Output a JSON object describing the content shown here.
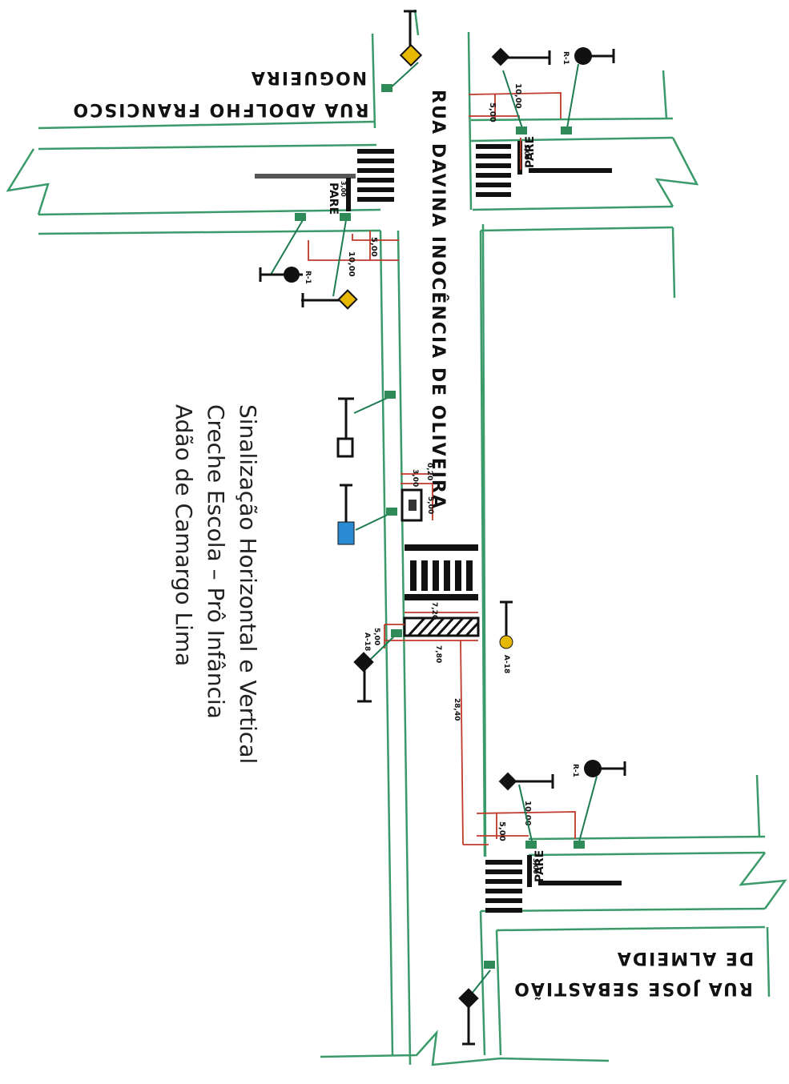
{
  "streets": {
    "main": "RUA DAVINA INOCÊNCIA DE OLIVEIRA",
    "top_line1": "RUA ADOLFHO FRANCISCO",
    "top_line2": "NOGUEIRA",
    "bottom_line1": "RUA JOSE SEBASTIÃO",
    "bottom_line2": "DE ALMEIDA"
  },
  "title": {
    "line1": "Sinalização Horizontal e Vertical",
    "line2": "Creche Escola – Prô Infância",
    "line3": "Adão de Camargo Lima"
  },
  "pavement_markings": {
    "stop_word": "PARE"
  },
  "sign_codes": {
    "stop_top_left": "R-1",
    "stop_top_right": "R-1",
    "stop_bottom_right": "R-1",
    "school_left": "A-18",
    "school_right": "A-18"
  },
  "dimensions": {
    "top_left_5": "5,00",
    "top_left_10": "10,00",
    "top_left_pare": "3,00",
    "top_right_5": "5,00",
    "top_right_10": "10,00",
    "top_right_pare": "3,00",
    "bottom_right_5": "5,00",
    "bottom_right_10": "10,00",
    "bottom_right_pare": "3,00",
    "parking_a": "0,20",
    "parking_b": "3,00",
    "parking_c": "5,00",
    "crossing_a": "7,20",
    "crossing_b": "7,80",
    "crossing_c": "5,00",
    "long": "28,40"
  },
  "colors": {
    "curb": "#2e8b57",
    "dimension": "#c0392b",
    "leader": "#1e7a50",
    "sign_yellow": "#e6b800",
    "sign_blue": "#2a8ad4"
  }
}
